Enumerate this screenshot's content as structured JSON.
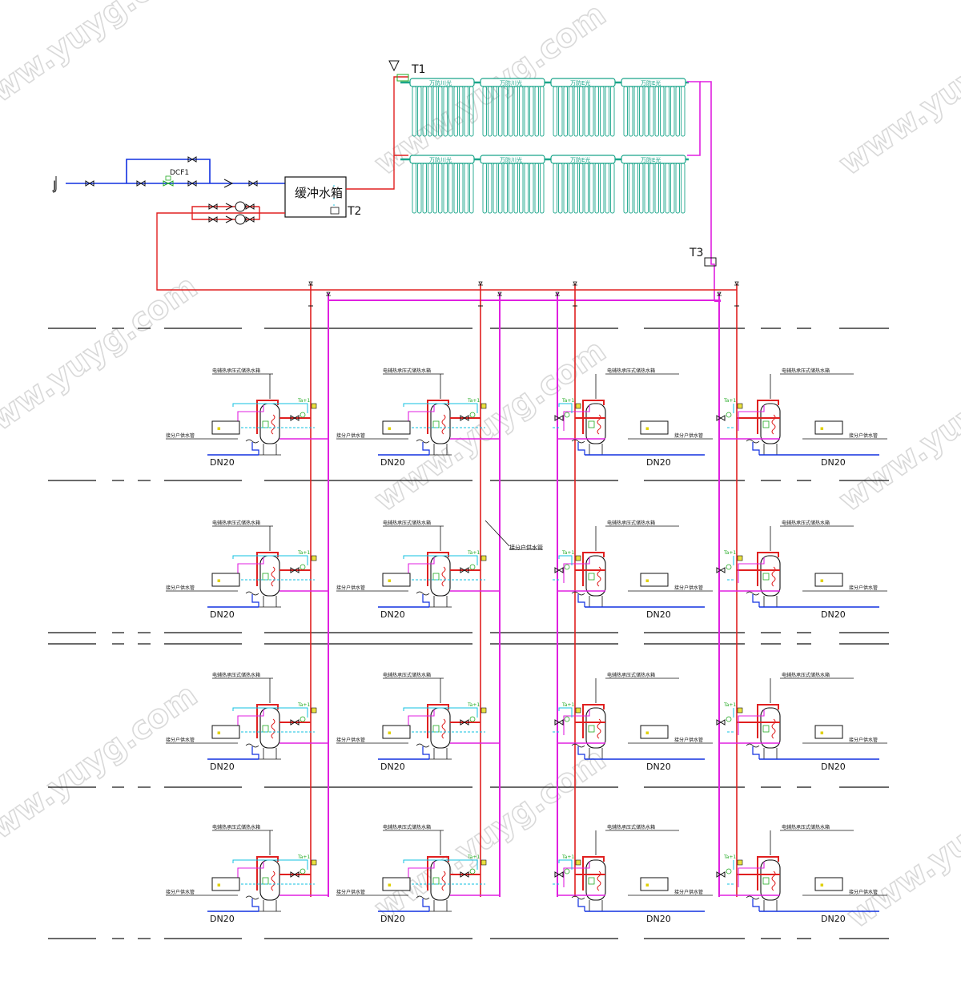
{
  "diagram": {
    "collector_label_a": "万防川光",
    "collector_label_b": "万防川光",
    "collector_label_c": "万防E光",
    "collector_label_d": "万防E光",
    "tank_label": "缓冲水箱",
    "sensor_t1": "T1",
    "sensor_t2": "T2",
    "sensor_t3": "T3",
    "valve_label": "DCF1",
    "inlet_label": "J",
    "pipe_size": "DN20",
    "unit_title": "电辅热承压式储热水箱",
    "unit_side_label": "接分户供水管",
    "sensor_tag": "Ta+1",
    "riser_note": "接分户供水管",
    "watermark": "www.yuyg.com",
    "colors": {
      "hot": "#e02020",
      "return": "#e020e0",
      "cold": "#1030e0",
      "collector": "#1aa58a",
      "dashed": "#10c0e0",
      "line": "#111111"
    }
  }
}
